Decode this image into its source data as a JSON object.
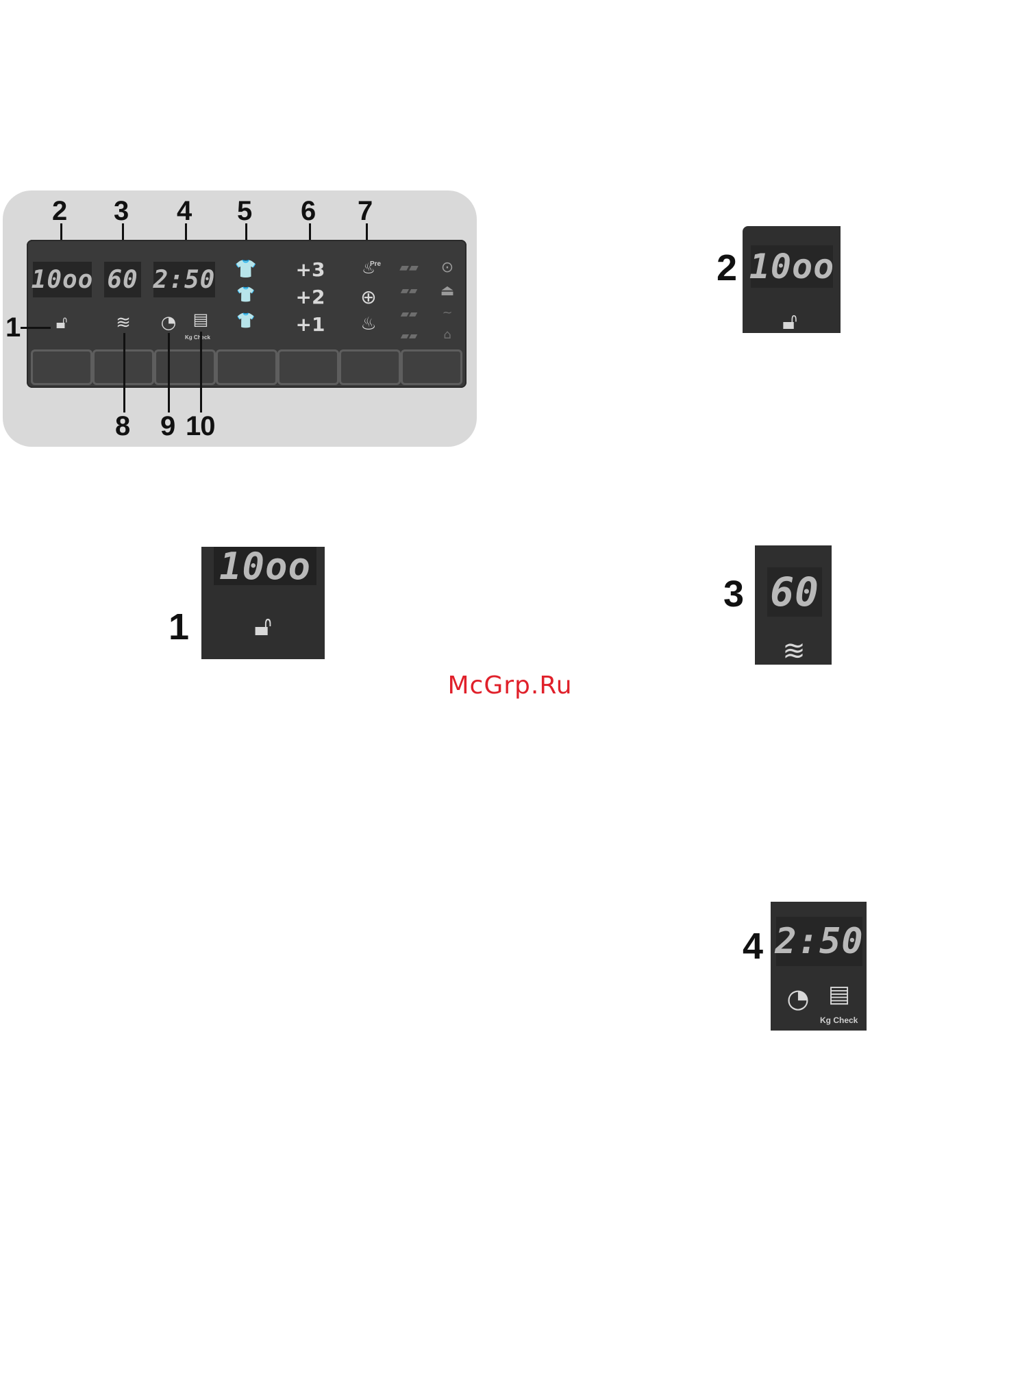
{
  "panel": {
    "callouts": [
      "1",
      "2",
      "3",
      "4",
      "5",
      "6",
      "7",
      "8",
      "9",
      "10"
    ],
    "spin_display": "10oo",
    "temp_display": "60",
    "time_display": "2:50",
    "extra_rinse": [
      "+3",
      "+2",
      "+1"
    ],
    "prewash_label": "Pre",
    "kg_check_label": "Kg Check"
  },
  "insets": {
    "inset1": {
      "label": "1",
      "display": "10oo"
    },
    "inset2": {
      "label": "2",
      "display": "10oo"
    },
    "inset3": {
      "label": "3",
      "display": "60"
    },
    "inset4": {
      "label": "4",
      "display": "2:50",
      "kg_check_label": "Kg Check"
    }
  },
  "watermark": "McGrp.Ru"
}
